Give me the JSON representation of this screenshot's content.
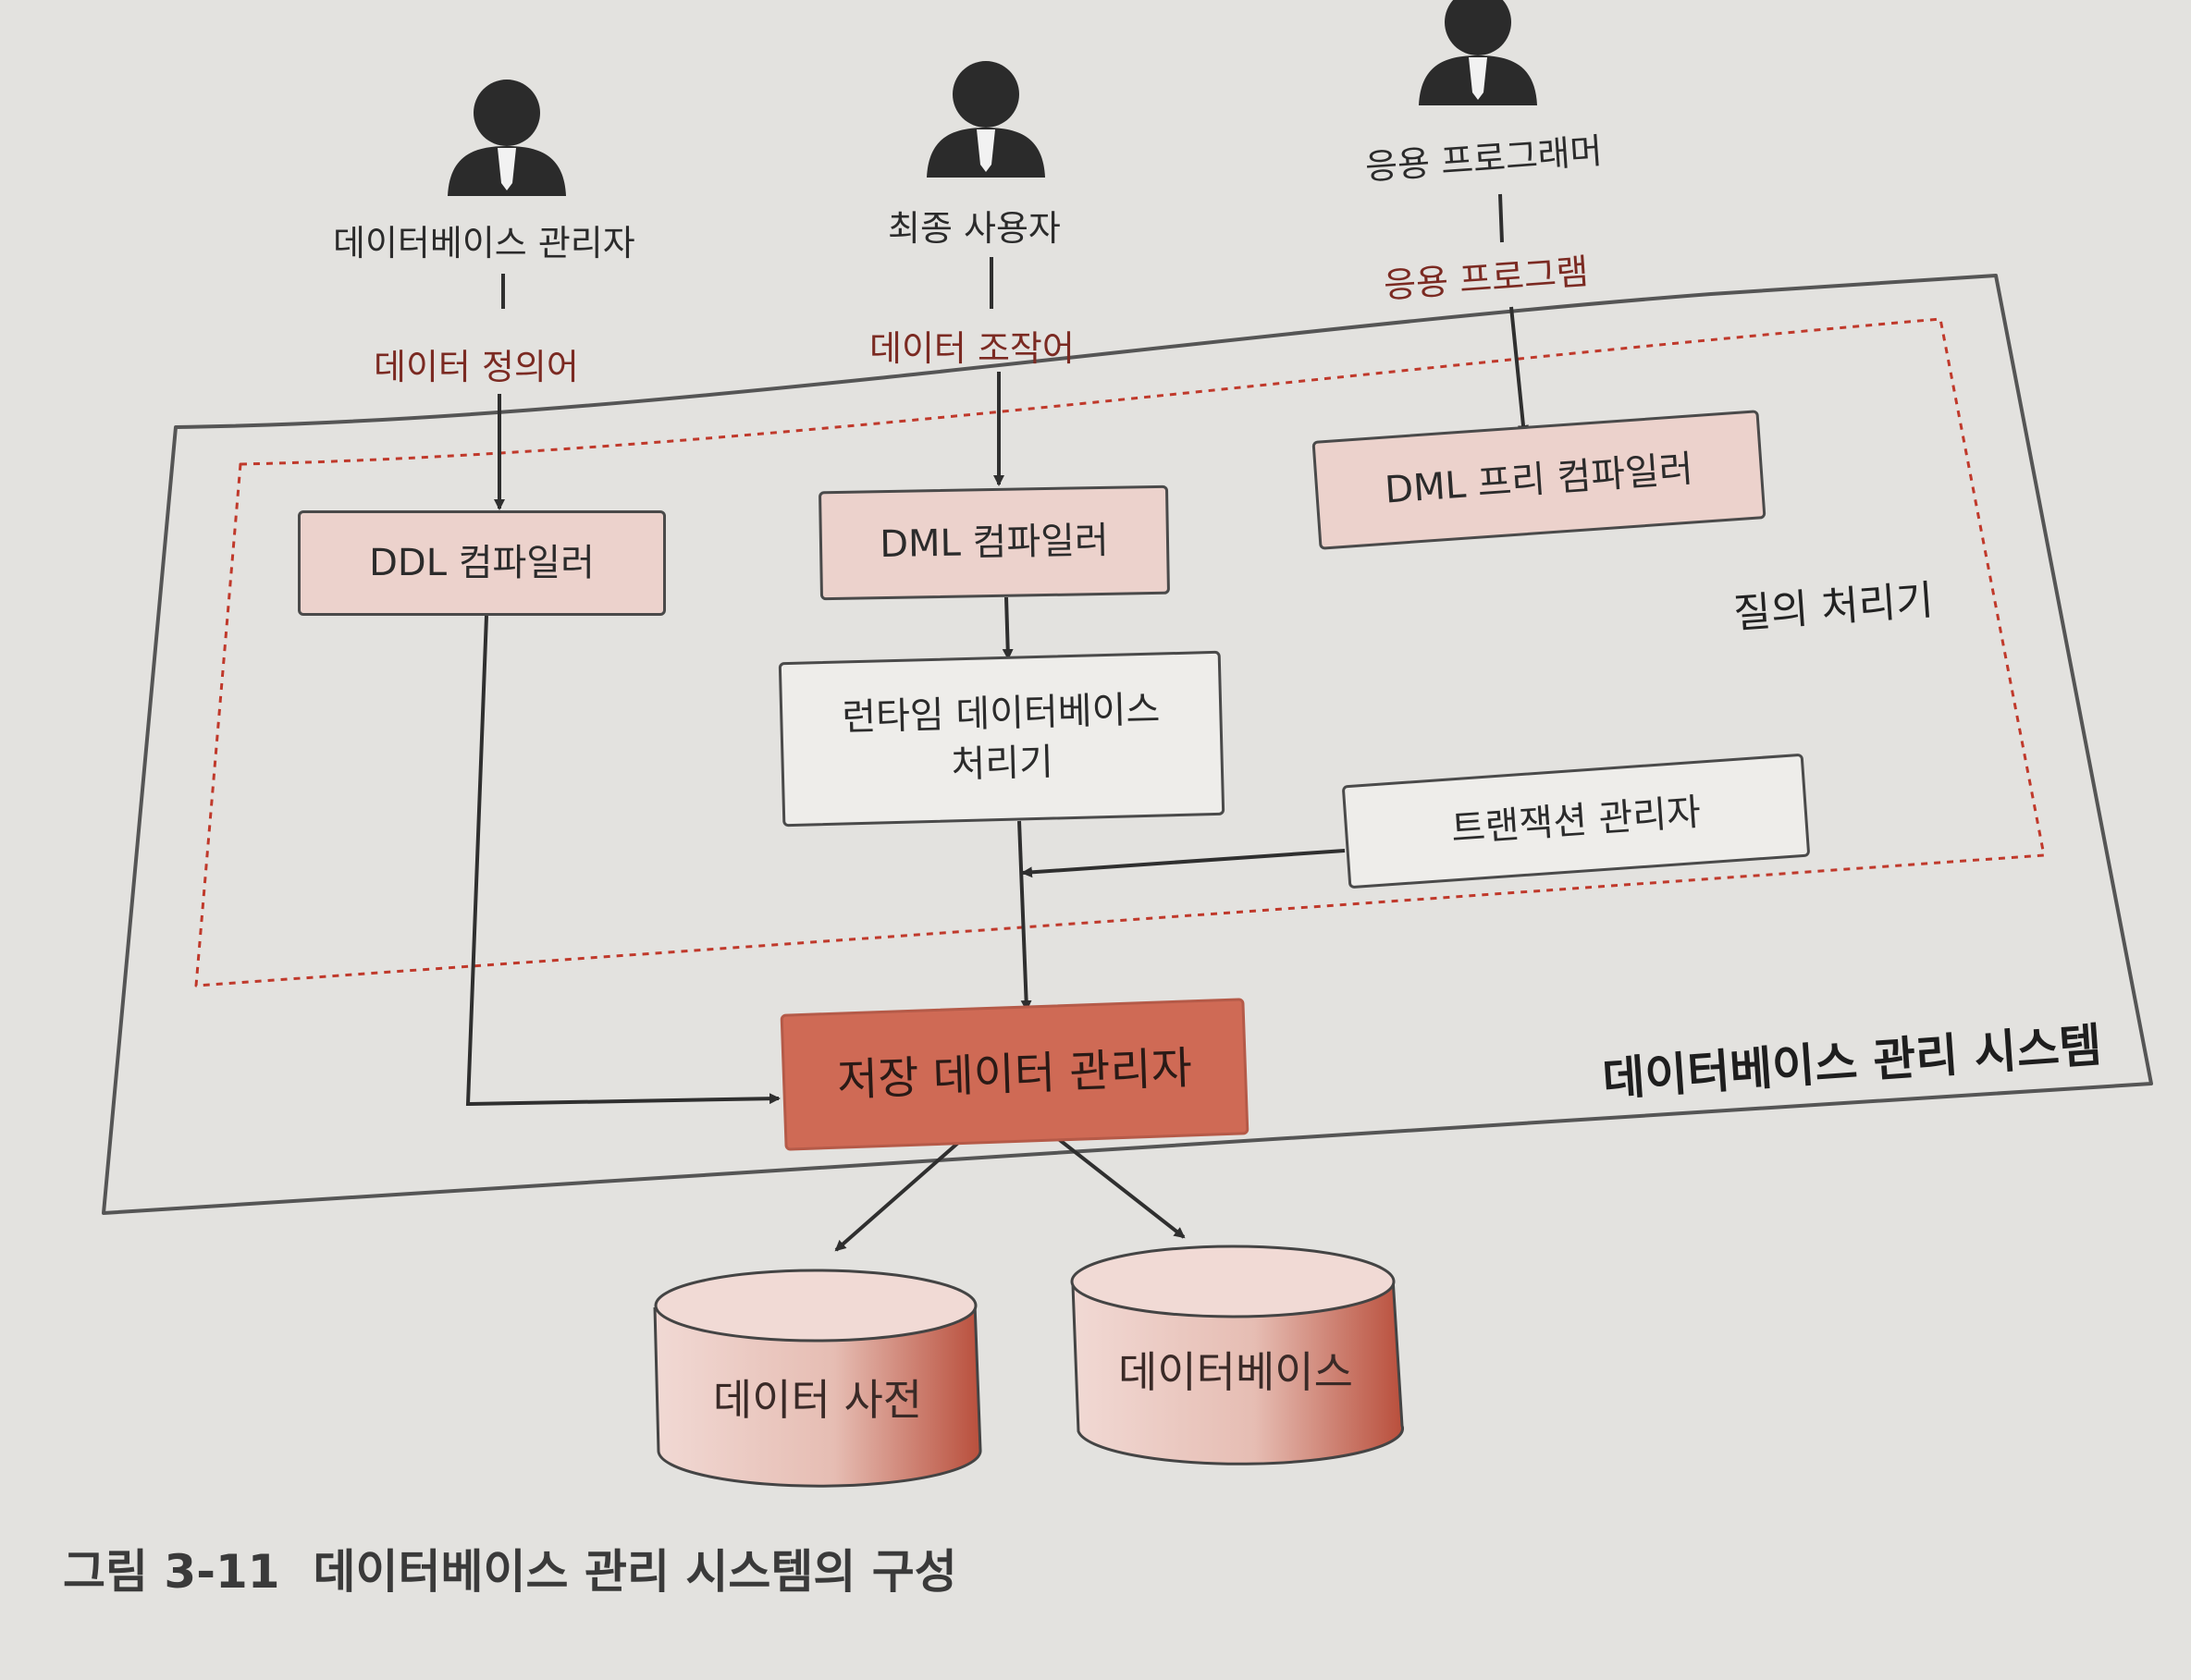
{
  "actors": {
    "dba": "데이터베이스 관리자",
    "end_user": "최종 사용자",
    "programmer": "응용 프로그래머"
  },
  "languages": {
    "ddl": "데이터 정의어",
    "dml": "데이터 조작어",
    "app": "응용 프로그램"
  },
  "components": {
    "ddl_compiler": "DDL 컴파일러",
    "dml_compiler": "DML 컴파일러",
    "dml_precompiler": "DML 프리 컴파일러",
    "runtime_processor": "런타임 데이터베이스\n처리기",
    "transaction_manager": "트랜잭션 관리자",
    "storage_manager": "저장 데이터 관리자"
  },
  "regions": {
    "query_processor": "질의 처리기",
    "dbms": "데이터베이스 관리 시스템"
  },
  "stores": {
    "data_dictionary": "데이터 사전",
    "database": "데이터베이스"
  },
  "caption": {
    "number": "그림 3-11",
    "title": "데이터베이스 관리 시스템의 구성"
  },
  "colors": {
    "compiler_fill": "#ecd2cc",
    "storage_fill": "#cf6a55",
    "language_text": "#7b2a22",
    "query_border": "#c0392b"
  },
  "icons": [
    "person-icon"
  ]
}
